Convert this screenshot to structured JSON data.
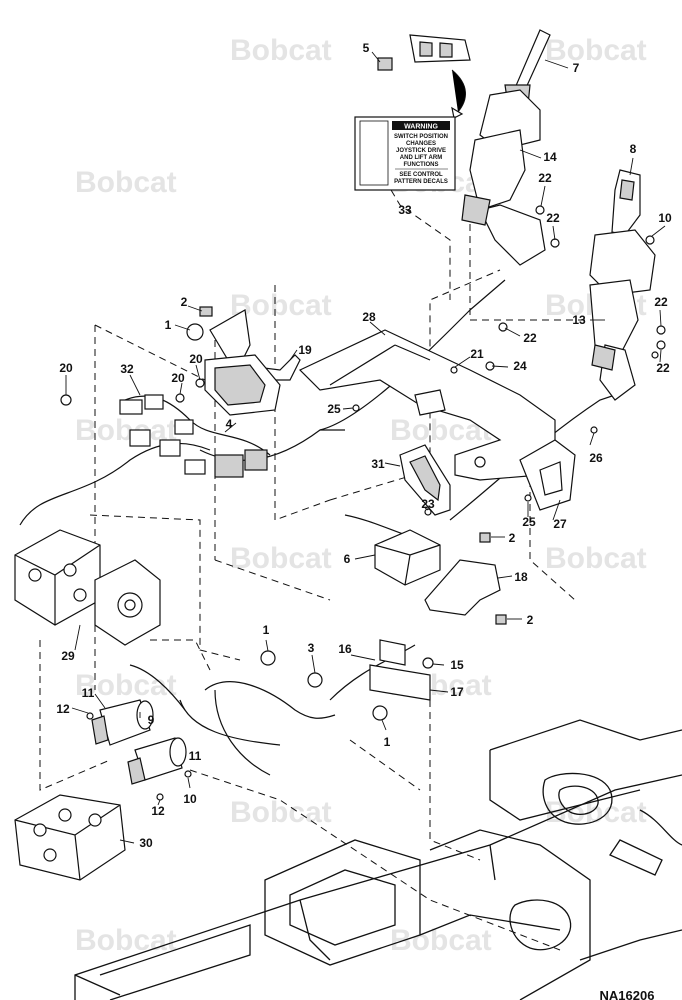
{
  "diagram": {
    "drawing_code": "NA16206",
    "watermark": "Bobcat",
    "warning_decal": {
      "heading": "WARNING",
      "lines": [
        "SWITCH POSITION",
        "CHANGES",
        "JOYSTICK DRIVE",
        "AND LIFT ARM",
        "FUNCTIONS"
      ],
      "footer_lines": [
        "SEE CONTROL",
        "PATTERN DECALS"
      ]
    },
    "callouts": [
      {
        "id": "c5",
        "label": "5"
      },
      {
        "id": "c7",
        "label": "7"
      },
      {
        "id": "c33",
        "label": "33"
      },
      {
        "id": "c14",
        "label": "14"
      },
      {
        "id": "c8",
        "label": "8"
      },
      {
        "id": "c22a",
        "label": "22"
      },
      {
        "id": "c22b",
        "label": "22"
      },
      {
        "id": "c10a",
        "label": "10"
      },
      {
        "id": "c22c",
        "label": "22"
      },
      {
        "id": "c13",
        "label": "13"
      },
      {
        "id": "c22d",
        "label": "22"
      },
      {
        "id": "c22e",
        "label": "22"
      },
      {
        "id": "c2a",
        "label": "2"
      },
      {
        "id": "c1a",
        "label": "1"
      },
      {
        "id": "c28",
        "label": "28"
      },
      {
        "id": "c19",
        "label": "19"
      },
      {
        "id": "c21",
        "label": "21"
      },
      {
        "id": "c24",
        "label": "24"
      },
      {
        "id": "c20a",
        "label": "20"
      },
      {
        "id": "c32",
        "label": "32"
      },
      {
        "id": "c20b",
        "label": "20"
      },
      {
        "id": "c20c",
        "label": "20"
      },
      {
        "id": "c4",
        "label": "4"
      },
      {
        "id": "c25a",
        "label": "25"
      },
      {
        "id": "c26",
        "label": "26"
      },
      {
        "id": "c31",
        "label": "31"
      },
      {
        "id": "c25b",
        "label": "25"
      },
      {
        "id": "c27",
        "label": "27"
      },
      {
        "id": "c23",
        "label": "23"
      },
      {
        "id": "c2b",
        "label": "2"
      },
      {
        "id": "c6",
        "label": "6"
      },
      {
        "id": "c18",
        "label": "18"
      },
      {
        "id": "c2c",
        "label": "2"
      },
      {
        "id": "c29",
        "label": "29"
      },
      {
        "id": "c1b",
        "label": "1"
      },
      {
        "id": "c3",
        "label": "3"
      },
      {
        "id": "c16",
        "label": "16"
      },
      {
        "id": "c15",
        "label": "15"
      },
      {
        "id": "c11a",
        "label": "11"
      },
      {
        "id": "c12a",
        "label": "12"
      },
      {
        "id": "c9",
        "label": "9"
      },
      {
        "id": "c17",
        "label": "17"
      },
      {
        "id": "c1c",
        "label": "1"
      },
      {
        "id": "c11b",
        "label": "11"
      },
      {
        "id": "c10b",
        "label": "10"
      },
      {
        "id": "c12b",
        "label": "12"
      },
      {
        "id": "c30",
        "label": "30"
      }
    ]
  }
}
